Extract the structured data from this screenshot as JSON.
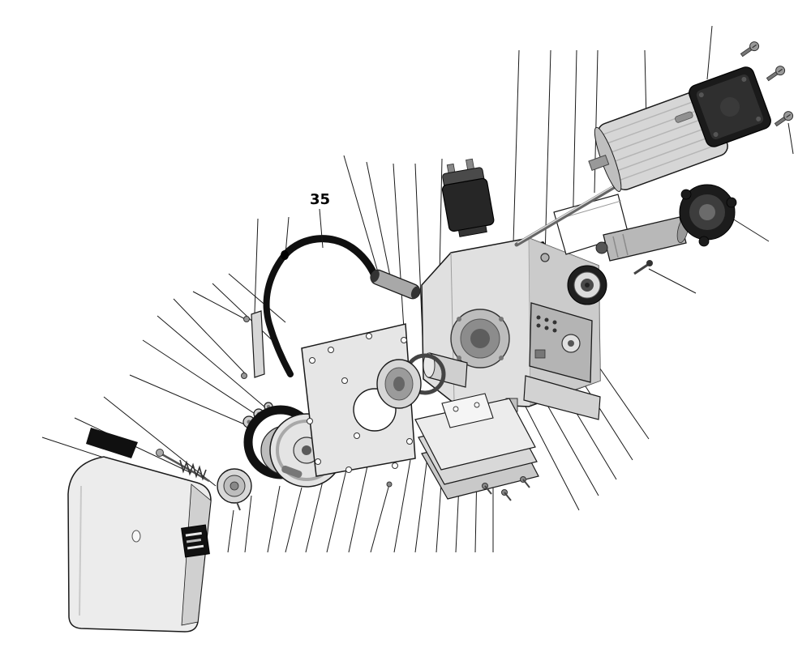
{
  "figure": {
    "kind": "exploded-parts-diagram",
    "background": "#ffffff",
    "callouts": [
      {
        "label": "35"
      }
    ]
  },
  "palette": {
    "line": "#1a1a1a",
    "leader_line": "#1a1a1a",
    "metal_light": "#e2e2e2",
    "metal_mid": "#b5b5b5",
    "metal_dark": "#8a8a8a",
    "black_part": "#141414",
    "white_part": "#ffffff",
    "callout_text": "#000000"
  },
  "parts": [
    "burner-cover",
    "cover-badge",
    "air-inlet-strip",
    "shaft-with-spring",
    "coupling-hub",
    "washers",
    "fan-wheel",
    "fan-belt-ring",
    "mounting-plate",
    "hinge-bracket",
    "flexible-hose",
    "connector-tube",
    "blast-tube-cone",
    "o-ring-gasket",
    "blast-tube",
    "main-housing",
    "air-intake-opening",
    "control-box",
    "base-slab",
    "ignition-transformer",
    "air-scoop",
    "drive-shaft-rod",
    "nut",
    "pump-cylinder",
    "ball-bearing",
    "bolt",
    "motor-coupling",
    "motor-body",
    "motor-end-cap",
    "mounting-screws",
    "damper-plates",
    "gasket-plate",
    "small-screws"
  ]
}
